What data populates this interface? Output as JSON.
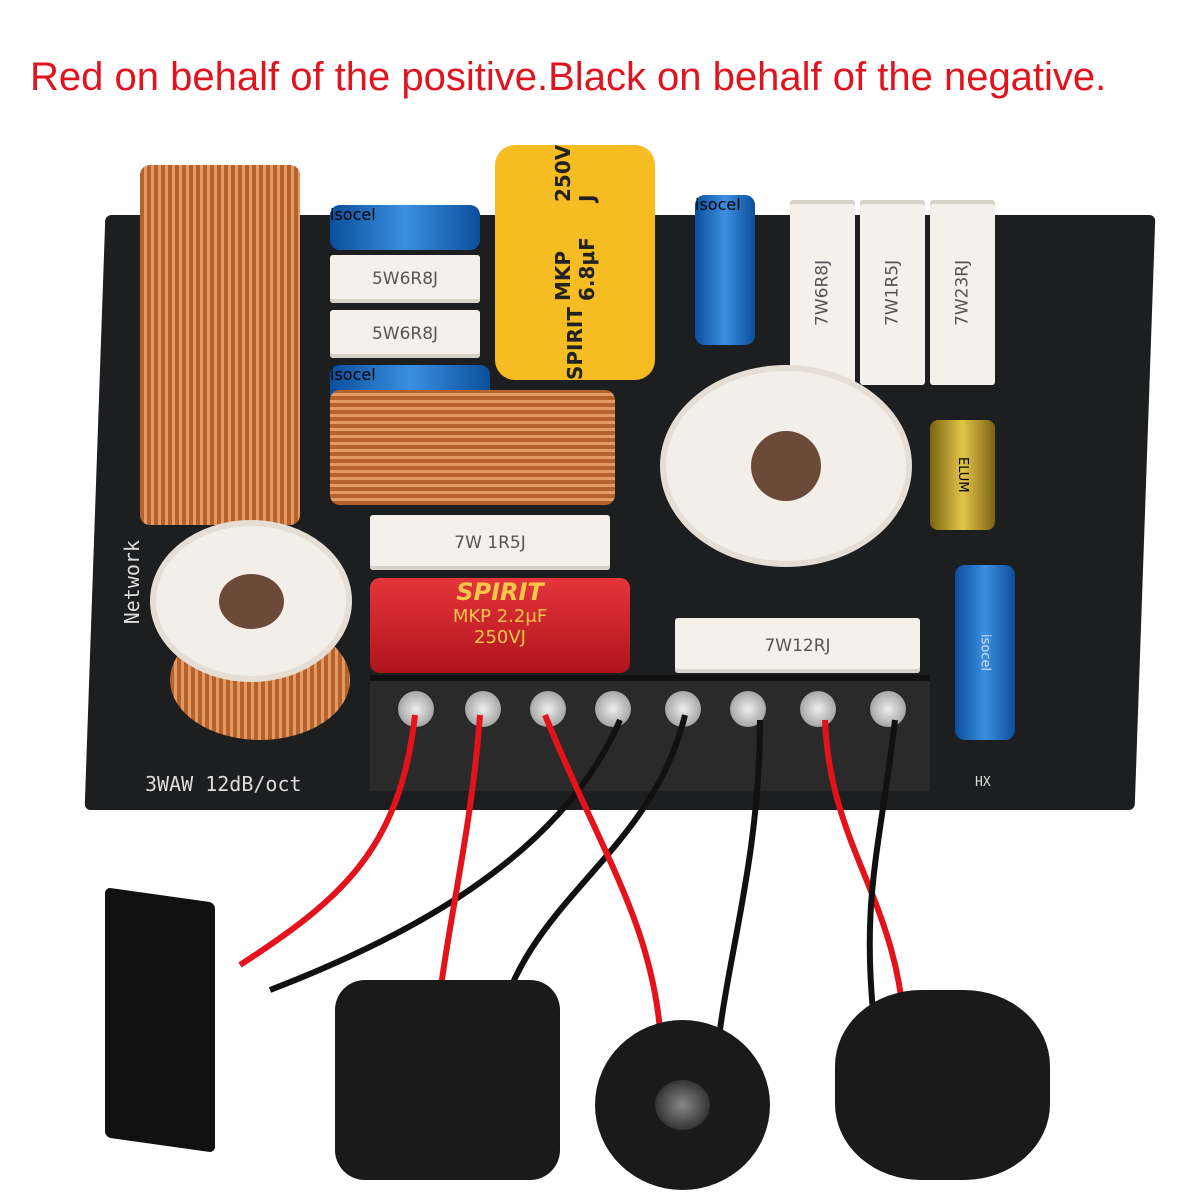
{
  "caption": "Red on behalf of the positive.Black on behalf of the negative.",
  "colors": {
    "positive_wire": "#e3121b",
    "negative_wire": "#111111",
    "caption": "#e0141e"
  },
  "board": {
    "silkscreen": {
      "network": "Network",
      "model": "3WAW 12dB/oct",
      "maker": "HX"
    },
    "resistors": [
      "5W6R8J",
      "5W6R8J",
      "7W6R8J",
      "7W1R5J",
      "7W23RJ",
      "7W 1R5J",
      "7W12RJ"
    ],
    "cap_large": {
      "brand": "SPIRIT",
      "spec": "MKP 6.8μF",
      "voltage": "250V J"
    },
    "cap_red": {
      "brand": "SPIRIT",
      "spec": "MKP 2.2μF",
      "voltage": "250VJ"
    },
    "cap_small": [
      "isocel",
      "isocel",
      "isocel",
      "ELUM",
      "isocel"
    ]
  }
}
